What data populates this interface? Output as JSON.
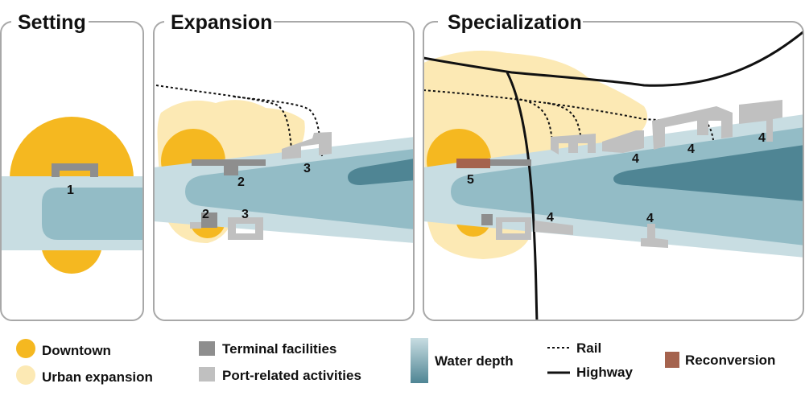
{
  "panels": [
    {
      "title": "Setting"
    },
    {
      "title": "Expansion"
    },
    {
      "title": "Specialization"
    }
  ],
  "markers": {
    "setting": [
      "1"
    ],
    "expansion": [
      "2",
      "3",
      "2",
      "3"
    ],
    "specialization": [
      "5",
      "4",
      "4",
      "4",
      "4",
      "4"
    ]
  },
  "legend": {
    "downtown": "Downtown",
    "urban_expansion": "Urban expansion",
    "terminal_facilities": "Terminal facilities",
    "port_related": "Port-related activities",
    "water_depth": "Water depth",
    "rail": "Rail",
    "highway": "Highway",
    "reconversion": "Reconversion"
  },
  "colors": {
    "downtown": "#F5B820",
    "urban_expansion": "#FCE9B4",
    "terminal": "#8E8E8E",
    "port_related": "#C0C0C0",
    "water_shallow": "#C8DDE2",
    "water_mid": "#93BCC6",
    "water_deep": "#4F8594",
    "reconversion": "#A5634E"
  }
}
